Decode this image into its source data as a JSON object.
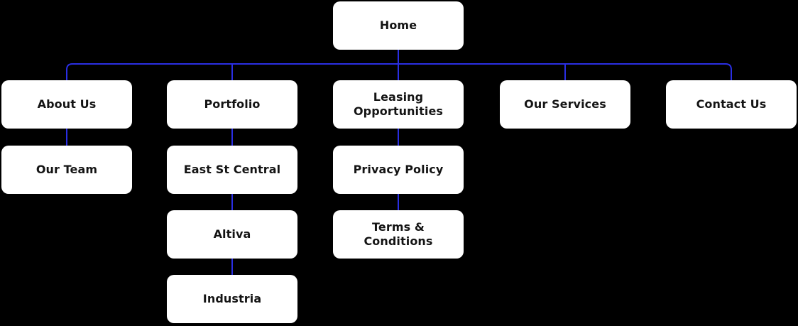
{
  "diagram": {
    "type": "sitemap-tree",
    "colors": {
      "background": "#000000",
      "connector": "#2a2ee2",
      "node_background": "#ffffff",
      "node_text": "#141414"
    },
    "nodes": {
      "home": {
        "label": "Home",
        "children": [
          "about_us",
          "portfolio",
          "leasing_opportunities",
          "our_services",
          "contact_us"
        ]
      },
      "about_us": {
        "label": "About Us",
        "children": [
          "our_team"
        ]
      },
      "our_team": {
        "label": "Our Team",
        "children": []
      },
      "portfolio": {
        "label": "Portfolio",
        "children": [
          "east_st_central",
          "altiva",
          "industria"
        ]
      },
      "east_st_central": {
        "label": "East St Central",
        "children": []
      },
      "altiva": {
        "label": "Altiva",
        "children": []
      },
      "industria": {
        "label": "Industria",
        "children": []
      },
      "leasing_opportunities": {
        "label": "Leasing Opportunities",
        "children": [
          "privacy_policy",
          "terms_conditions"
        ]
      },
      "privacy_policy": {
        "label": "Privacy Policy",
        "children": []
      },
      "terms_conditions": {
        "label": "Terms & Conditions",
        "children": []
      },
      "our_services": {
        "label": "Our Services",
        "children": []
      },
      "contact_us": {
        "label": "Contact Us",
        "children": []
      }
    }
  }
}
